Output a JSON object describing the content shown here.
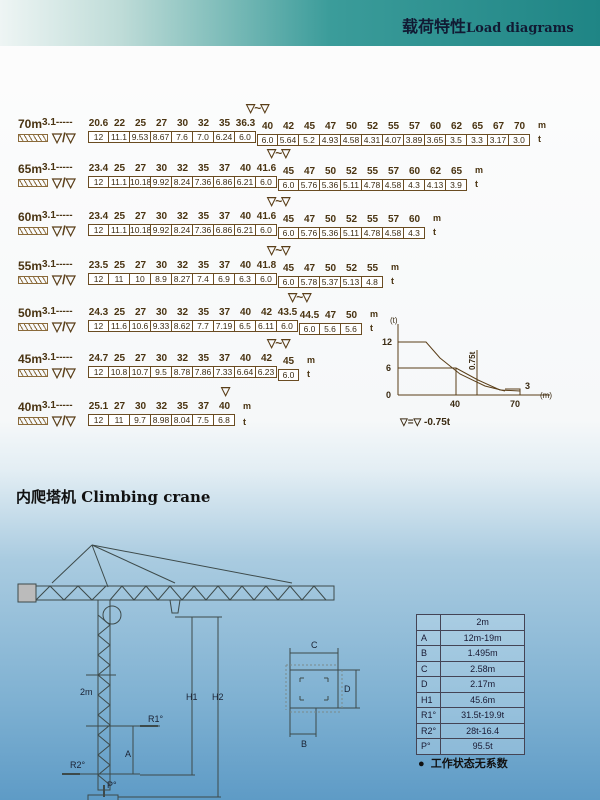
{
  "header": {
    "title_cn": "载荷特性",
    "title_en": "Load diagrams"
  },
  "load_tables": [
    {
      "jib": "70m",
      "start": "3.1-----",
      "r1": [
        "20.6",
        "22",
        "25",
        "27",
        "30",
        "32",
        "35",
        "36.3"
      ],
      "l1": [
        "12",
        "11.1",
        "9.53",
        "8.67",
        "7.6",
        "7.0",
        "6.24",
        "6.0"
      ],
      "r2": [
        "40",
        "42",
        "45",
        "47",
        "50",
        "52",
        "55",
        "57",
        "60",
        "62",
        "65",
        "67",
        "70"
      ],
      "l2": [
        "6.0",
        "5.64",
        "5.2",
        "4.93",
        "4.58",
        "4.31",
        "4.07",
        "3.89",
        "3.65",
        "3.5",
        "3.3",
        "3.17",
        "3.0"
      ]
    },
    {
      "jib": "65m",
      "start": "3.1-----",
      "r1": [
        "23.4",
        "25",
        "27",
        "30",
        "32",
        "35",
        "37",
        "40",
        "41.6"
      ],
      "l1": [
        "12",
        "11.1",
        "10.18",
        "9.92",
        "8.24",
        "7.36",
        "6.86",
        "6.21",
        "6.0"
      ],
      "r2": [
        "45",
        "47",
        "50",
        "52",
        "55",
        "57",
        "60",
        "62",
        "65"
      ],
      "l2": [
        "6.0",
        "5.76",
        "5.36",
        "5.11",
        "4.78",
        "4.58",
        "4.3",
        "4.13",
        "3.9"
      ]
    },
    {
      "jib": "60m",
      "start": "3.1-----",
      "r1": [
        "23.4",
        "25",
        "27",
        "30",
        "32",
        "35",
        "37",
        "40",
        "41.6"
      ],
      "l1": [
        "12",
        "11.1",
        "10.18",
        "9.92",
        "8.24",
        "7.36",
        "6.86",
        "6.21",
        "6.0"
      ],
      "r2": [
        "45",
        "47",
        "50",
        "52",
        "55",
        "57",
        "60"
      ],
      "l2": [
        "6.0",
        "5.76",
        "5.36",
        "5.11",
        "4.78",
        "4.58",
        "4.3"
      ]
    },
    {
      "jib": "55m",
      "start": "3.1-----",
      "r1": [
        "23.5",
        "25",
        "27",
        "30",
        "32",
        "35",
        "37",
        "40",
        "41.8"
      ],
      "l1": [
        "12",
        "11",
        "10",
        "8.9",
        "8.27",
        "7.4",
        "6.9",
        "6.3",
        "6.0"
      ],
      "r2": [
        "45",
        "47",
        "50",
        "52",
        "55"
      ],
      "l2": [
        "6.0",
        "5.78",
        "5.37",
        "5.13",
        "4.8"
      ]
    },
    {
      "jib": "50m",
      "start": "3.1-----",
      "r1": [
        "24.3",
        "25",
        "27",
        "30",
        "32",
        "35",
        "37",
        "40",
        "42",
        "43.5"
      ],
      "l1": [
        "12",
        "11.6",
        "10.6",
        "9.33",
        "8.62",
        "7.7",
        "7.19",
        "6.5",
        "6.11",
        "6.0"
      ],
      "r2": [
        "44.5",
        "47",
        "50"
      ],
      "l2": [
        "6.0",
        "5.6",
        "5.6"
      ]
    },
    {
      "jib": "45m",
      "start": "3.1-----",
      "r1": [
        "24.7",
        "25",
        "27",
        "30",
        "32",
        "35",
        "37",
        "40",
        "42"
      ],
      "l1": [
        "12",
        "10.8",
        "10.7",
        "9.5",
        "8.78",
        "7.86",
        "7.33",
        "6.64",
        "6.23"
      ],
      "r2": [
        "45"
      ],
      "l2": [
        "6.0"
      ]
    },
    {
      "jib": "40m",
      "start": "3.1-----",
      "r1": [
        "25.1",
        "27",
        "30",
        "32",
        "35",
        "37",
        "40"
      ],
      "l1": [
        "12",
        "11",
        "9.7",
        "8.98",
        "8.04",
        "7.5",
        "6.8"
      ],
      "r2": [],
      "l2": []
    }
  ],
  "units": {
    "radius": "m",
    "load": "t"
  },
  "icons": {
    "four_fall": "▽/▽",
    "two_fall": "▽~▽",
    "single": "▽"
  },
  "load_curve": {
    "y_unit": "(t)",
    "x_unit": "(m)",
    "y_ticks": [
      "12",
      "6",
      "0"
    ],
    "x_ticks": [
      "40",
      "70"
    ],
    "end_load": "3",
    "hook_weight": "0.75t",
    "formula": "▽=▽ -0.75t"
  },
  "section2": {
    "title_cn": "内爬塔机",
    "title_en": "Climbing crane"
  },
  "drawing_labels": {
    "width": "2m",
    "r1": "R1°",
    "r2": "R2°",
    "a": "A",
    "h1": "H1",
    "h2": "H2",
    "p": "P°",
    "b": "B",
    "c": "C",
    "d": "D"
  },
  "spec_table": {
    "header": "2m",
    "rows": [
      [
        "A",
        "12m-19m"
      ],
      [
        "B",
        "1.495m"
      ],
      [
        "C",
        "2.58m"
      ],
      [
        "D",
        "2.17m"
      ],
      [
        "H1",
        "45.6m"
      ],
      [
        "R1°",
        "31.5t-19.9t"
      ],
      [
        "R2°",
        "28t-16.4"
      ],
      [
        "P°",
        "95.5t"
      ]
    ]
  },
  "note": "工作状态无系数"
}
